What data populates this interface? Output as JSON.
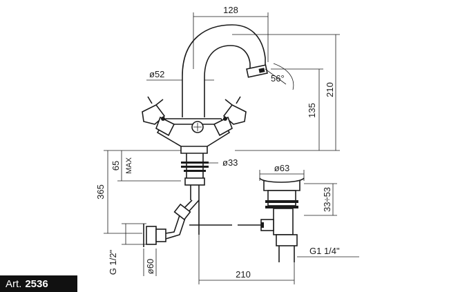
{
  "article": {
    "label": "Art.",
    "number": "2536"
  },
  "dimensions": {
    "width_top": "128",
    "diameter_body": "ø52",
    "angle_spout": "56°",
    "height_spout": "135",
    "height_total": "210",
    "max_thickness_value": "65",
    "max_thickness_label": "MAX",
    "diameter_shank": "ø33",
    "diameter_waste": "ø63",
    "waste_range": "33÷53",
    "length_hose": "365",
    "thread_supply": "G 1/2\"",
    "diameter_escutcheon": "ø60",
    "distance_rods": "210",
    "thread_waste": "G1  1/4\""
  }
}
